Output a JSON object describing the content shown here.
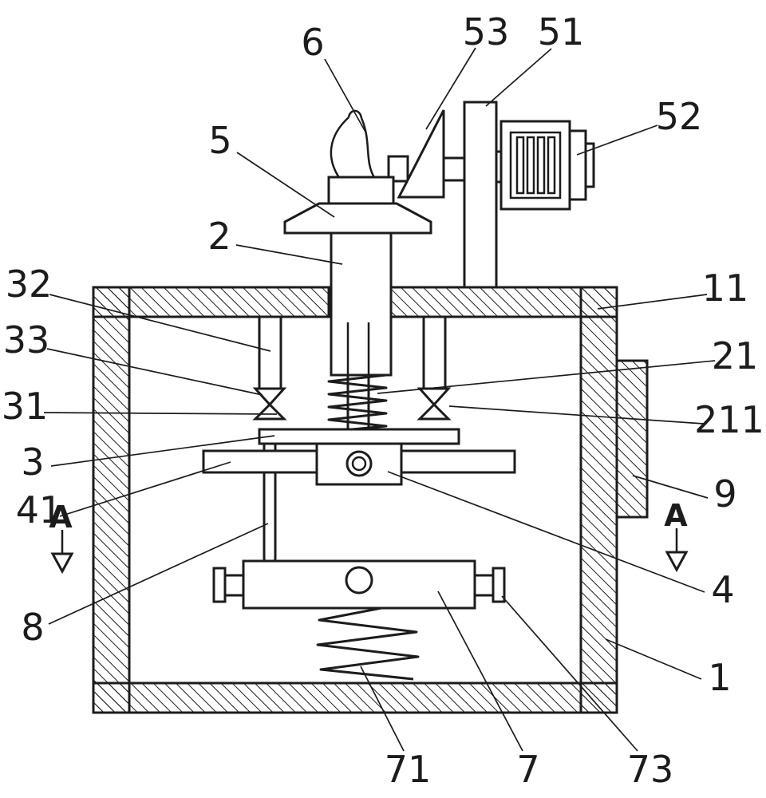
{
  "figure": {
    "type": "patent-technical-diagram",
    "background": "#ffffff",
    "ink": "#1c1c1c"
  },
  "labels": {
    "l6": "6",
    "l53": "53",
    "l51": "51",
    "l52": "52",
    "l5": "5",
    "l2": "2",
    "l32": "32",
    "l33": "33",
    "l31": "31",
    "l3": "3",
    "l41": "41",
    "l8": "8",
    "l11": "11",
    "l21": "21",
    "l211": "211",
    "l9": "9",
    "l4": "4",
    "l1": "1",
    "l71": "71",
    "l7": "7",
    "l73": "73"
  },
  "section_markers": {
    "left": "A",
    "right": "A"
  }
}
